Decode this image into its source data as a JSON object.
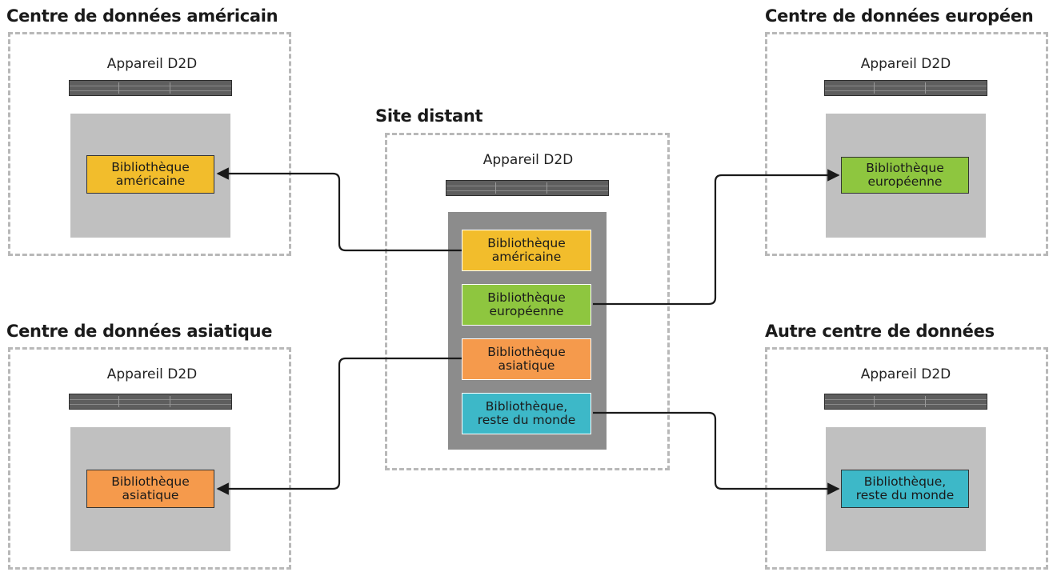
{
  "sites": {
    "us": {
      "title": "Centre de données américain",
      "device": "Appareil D2D",
      "library": "Bibliothèque\naméricaine"
    },
    "eu": {
      "title": "Centre de données européen",
      "device": "Appareil D2D",
      "library": "Bibliothèque\neuropéenne"
    },
    "asia": {
      "title": "Centre de données asiatique",
      "device": "Appareil D2D",
      "library": "Bibliothèque\nasiatique"
    },
    "other": {
      "title": "Autre centre de données",
      "device": "Appareil D2D",
      "library": "Bibliothèque,\nreste du monde"
    },
    "remote": {
      "title": "Site distant",
      "device": "Appareil D2D",
      "libraries": [
        "Bibliothèque\naméricaine",
        "Bibliothèque\neuropéenne",
        "Bibliothèque\nasiatique",
        "Bibliothèque,\nreste du monde"
      ]
    }
  },
  "colors": {
    "us_library": "#f2bd2c",
    "eu_library": "#8ec63f",
    "asia_library": "#f59a4c",
    "other_library": "#3db8c8",
    "site_border": "#b8b8b8",
    "panel": "#c0c0c0",
    "remote_panel": "#8c8c8c",
    "connector": "#1a1a1a"
  }
}
